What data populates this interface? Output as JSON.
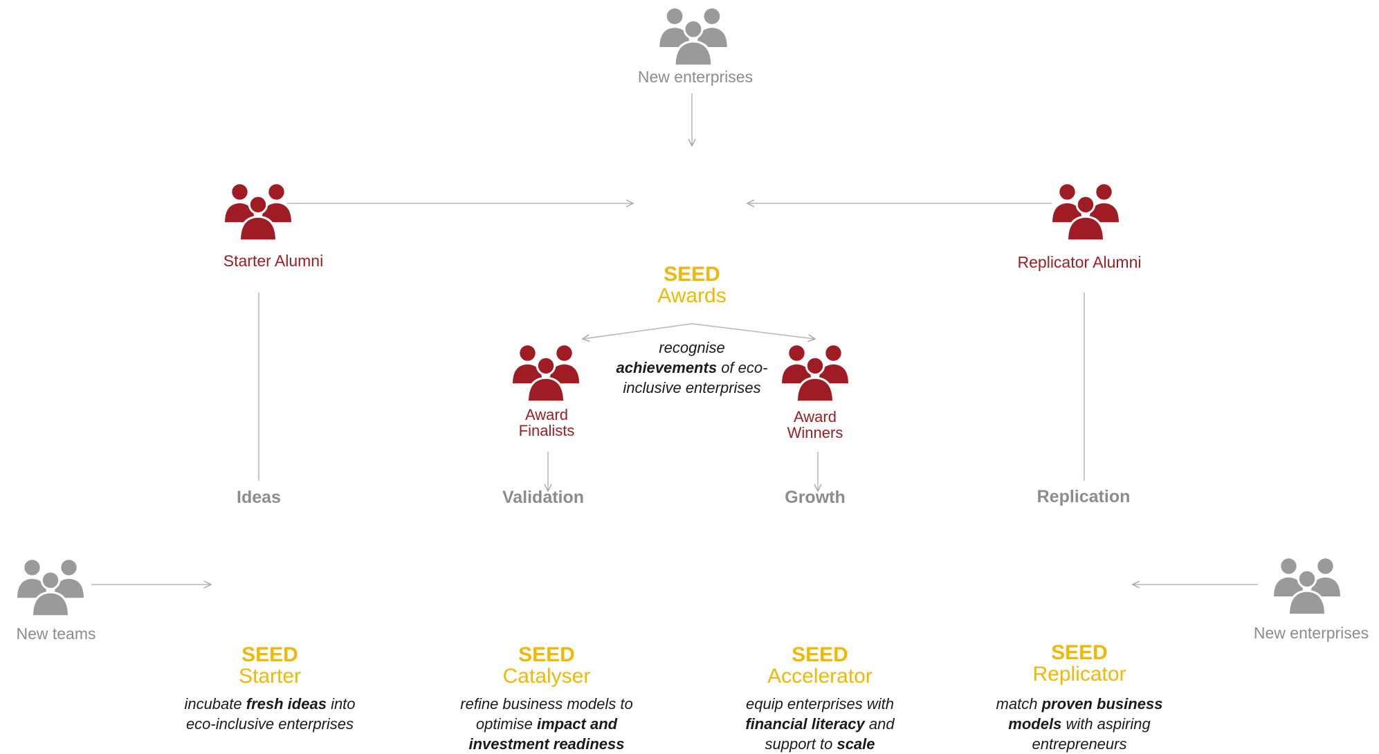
{
  "colors": {
    "red": "#a01c24",
    "gray": "#9a9a9a",
    "yellow": "#f2b705",
    "line": "#b5b5b5"
  },
  "icons": {
    "top": "group-people-icon",
    "starter_alumni": "group-people-icon",
    "replicator_alumni": "group-people-icon",
    "award_finalists": "group-people-icon",
    "award_winners": "group-people-icon",
    "new_teams": "group-people-icon",
    "new_enterprises_right": "group-people-icon"
  },
  "top": {
    "label": "New enterprises"
  },
  "starter_alumni": {
    "label": "Starter Alumni"
  },
  "replicator_alumni": {
    "label": "Replicator Alumni"
  },
  "awards": {
    "brand": "SEED",
    "name": "Awards",
    "desc_line1": "recognise",
    "desc_bold": "achievements",
    "desc_line2_rest": "of eco-",
    "desc_line3": "inclusive enterprises"
  },
  "award_finalists": {
    "line1": "Award",
    "line2": "Finalists"
  },
  "award_winners": {
    "line1": "Award",
    "line2": "Winners"
  },
  "stages": {
    "ideas": "Ideas",
    "validation": "Validation",
    "growth": "Growth",
    "replication": "Replication"
  },
  "new_teams": {
    "label": "New teams"
  },
  "new_enterprises_right": {
    "label": "New enterprises"
  },
  "programs": {
    "starter": {
      "brand": "SEED",
      "name": "Starter",
      "l1a": "incubate",
      "l1b": "fresh ideas",
      "l1c": "into",
      "l2": "eco-inclusive enterprises"
    },
    "catalyser": {
      "brand": "SEED",
      "name": "Catalyser",
      "l1": "refine business models to",
      "l2a": "optimise",
      "l2b": "impact and",
      "l3": "investment readiness"
    },
    "accelerator": {
      "brand": "SEED",
      "name": "Accelerator",
      "l1": "equip enterprises with",
      "l2a": "financial literacy",
      "l2b": "and",
      "l3a": "support to",
      "l3b": "scale"
    },
    "replicator": {
      "brand": "SEED",
      "name": "Replicator",
      "l1a": "match",
      "l1b": "proven business",
      "l2a": "models",
      "l2b": "with aspiring",
      "l3": "entrepreneurs"
    }
  }
}
